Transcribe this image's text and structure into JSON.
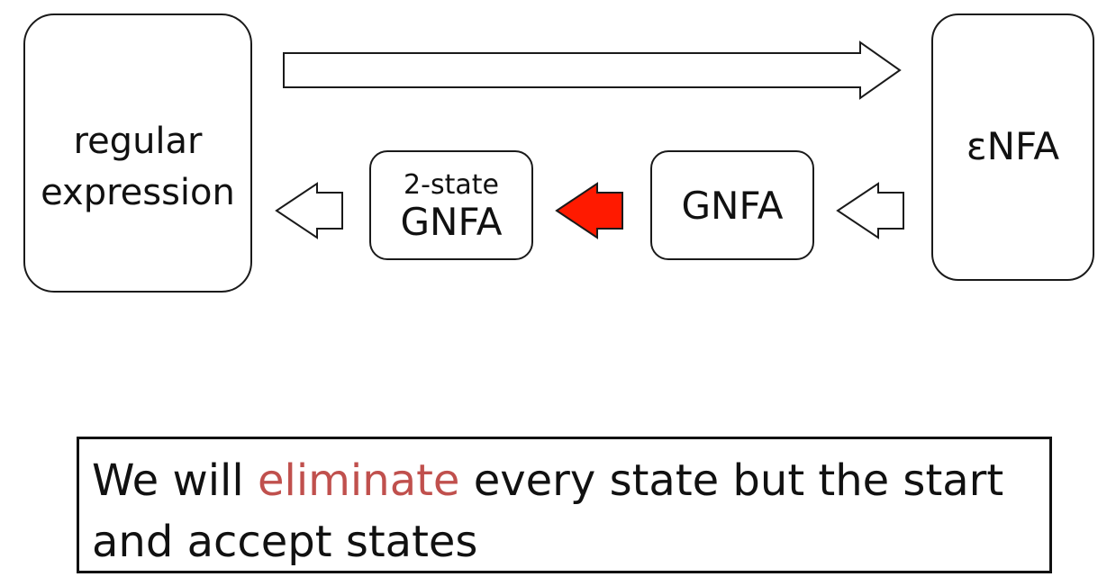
{
  "diagram": {
    "nodes": {
      "regex": {
        "line1": "regular",
        "line2": "expression"
      },
      "enfa": {
        "label": "εNFA"
      },
      "gnfa": {
        "label": "GNFA"
      },
      "gnfa2": {
        "small": "2-state",
        "big": "GNFA"
      }
    },
    "edges": [
      {
        "from": "regex",
        "to": "enfa",
        "style": "outline"
      },
      {
        "from": "enfa",
        "to": "gnfa",
        "style": "outline"
      },
      {
        "from": "gnfa",
        "to": "gnfa2",
        "style": "filled",
        "active": true
      },
      {
        "from": "gnfa2",
        "to": "regex",
        "style": "outline"
      }
    ],
    "colors": {
      "active_arrow": "#ff1a00",
      "highlight_text": "#c0504d"
    }
  },
  "caption": {
    "part1": "We will ",
    "highlight": "eliminate",
    "part2": " every state but the start and accept states"
  }
}
